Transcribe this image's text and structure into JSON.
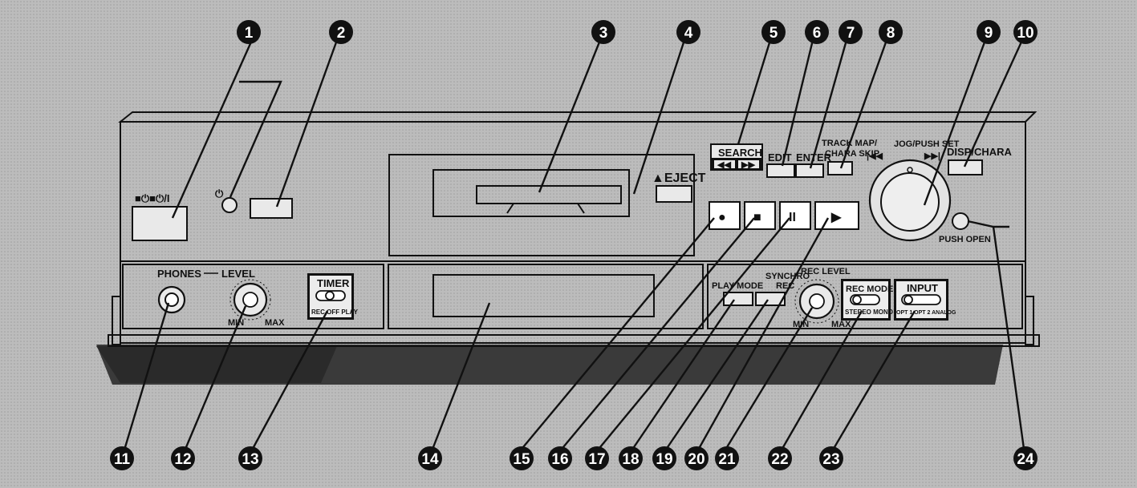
{
  "labels": {
    "power": "■⏻■⏻/I",
    "standby": "⏻",
    "eject": "▲EJECT",
    "search": "SEARCH",
    "search_rew": "◀◀",
    "search_ff": "▶▶",
    "edit": "EDIT",
    "enter": "ENTER",
    "track_map": "TRACK MAP/",
    "chara_skip": "CHARA SKIP",
    "jog_push_set": "JOG/PUSH SET",
    "jog_prev": "|◀◀",
    "jog_next": "▶▶|",
    "disp_chara": "DISP/CHARA",
    "push_open": "PUSH OPEN",
    "phones": "PHONES",
    "level": "LEVEL",
    "phones_min": "MIN",
    "phones_max": "MAX",
    "timer": "TIMER",
    "timer_modes": "REC OFF PLAY",
    "play_mode": "PLAY MODE",
    "synchro": "SYNCHRO",
    "synchro_rec": "REC",
    "rec_level": "REC LEVEL",
    "rec_min": "MIN",
    "rec_max": "MAX",
    "rec_mode": "REC MODE",
    "rec_mode_opts": "STEREO MONO",
    "input": "INPUT",
    "input_opts": "OPT 1 OPT 2 ANALOG",
    "rec_symbol": "●",
    "stop_symbol": "■",
    "pause_symbol": "II",
    "play_symbol": "▶"
  },
  "callouts": [
    "1",
    "2",
    "3",
    "4",
    "5",
    "6",
    "7",
    "8",
    "9",
    "10",
    "11",
    "12",
    "13",
    "14",
    "15",
    "16",
    "17",
    "18",
    "19",
    "20",
    "21",
    "22",
    "23",
    "24"
  ],
  "colors": {
    "background": "#bdbdbd",
    "panel": "#dcdcdc",
    "ink": "#111111",
    "shadow": "#3a3a3a"
  }
}
